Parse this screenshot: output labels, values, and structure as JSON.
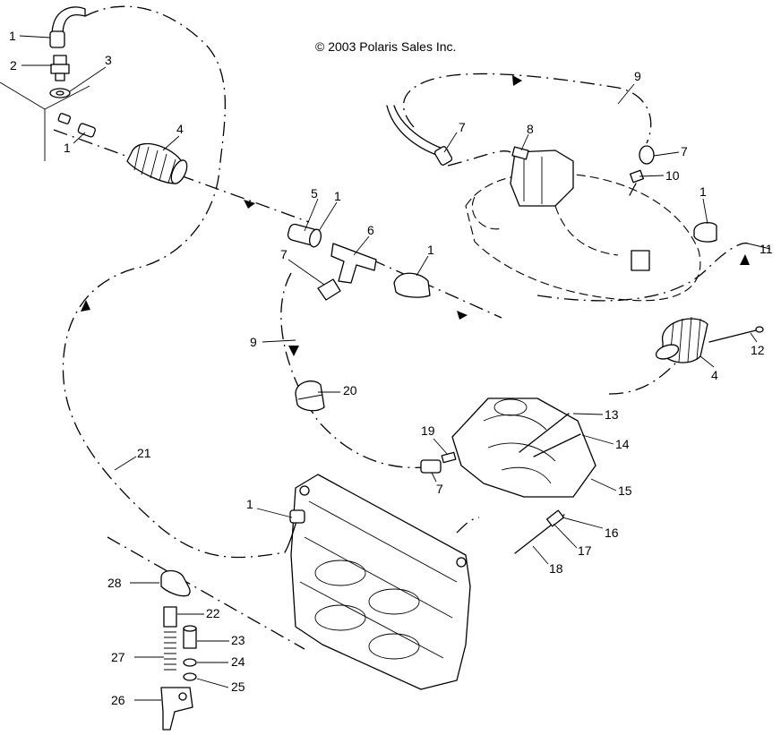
{
  "copyright": "© 2003 Polaris Sales Inc.",
  "callouts": [
    "1",
    "2",
    "3",
    "4",
    "1",
    "5",
    "1",
    "6",
    "7",
    "1",
    "9",
    "20",
    "19",
    "7",
    "13",
    "14",
    "15",
    "16",
    "17",
    "18",
    "1",
    "21",
    "28",
    "22",
    "23",
    "24",
    "25",
    "27",
    "26",
    "9",
    "7",
    "8",
    "7",
    "10",
    "1",
    "11",
    "4",
    "12"
  ]
}
